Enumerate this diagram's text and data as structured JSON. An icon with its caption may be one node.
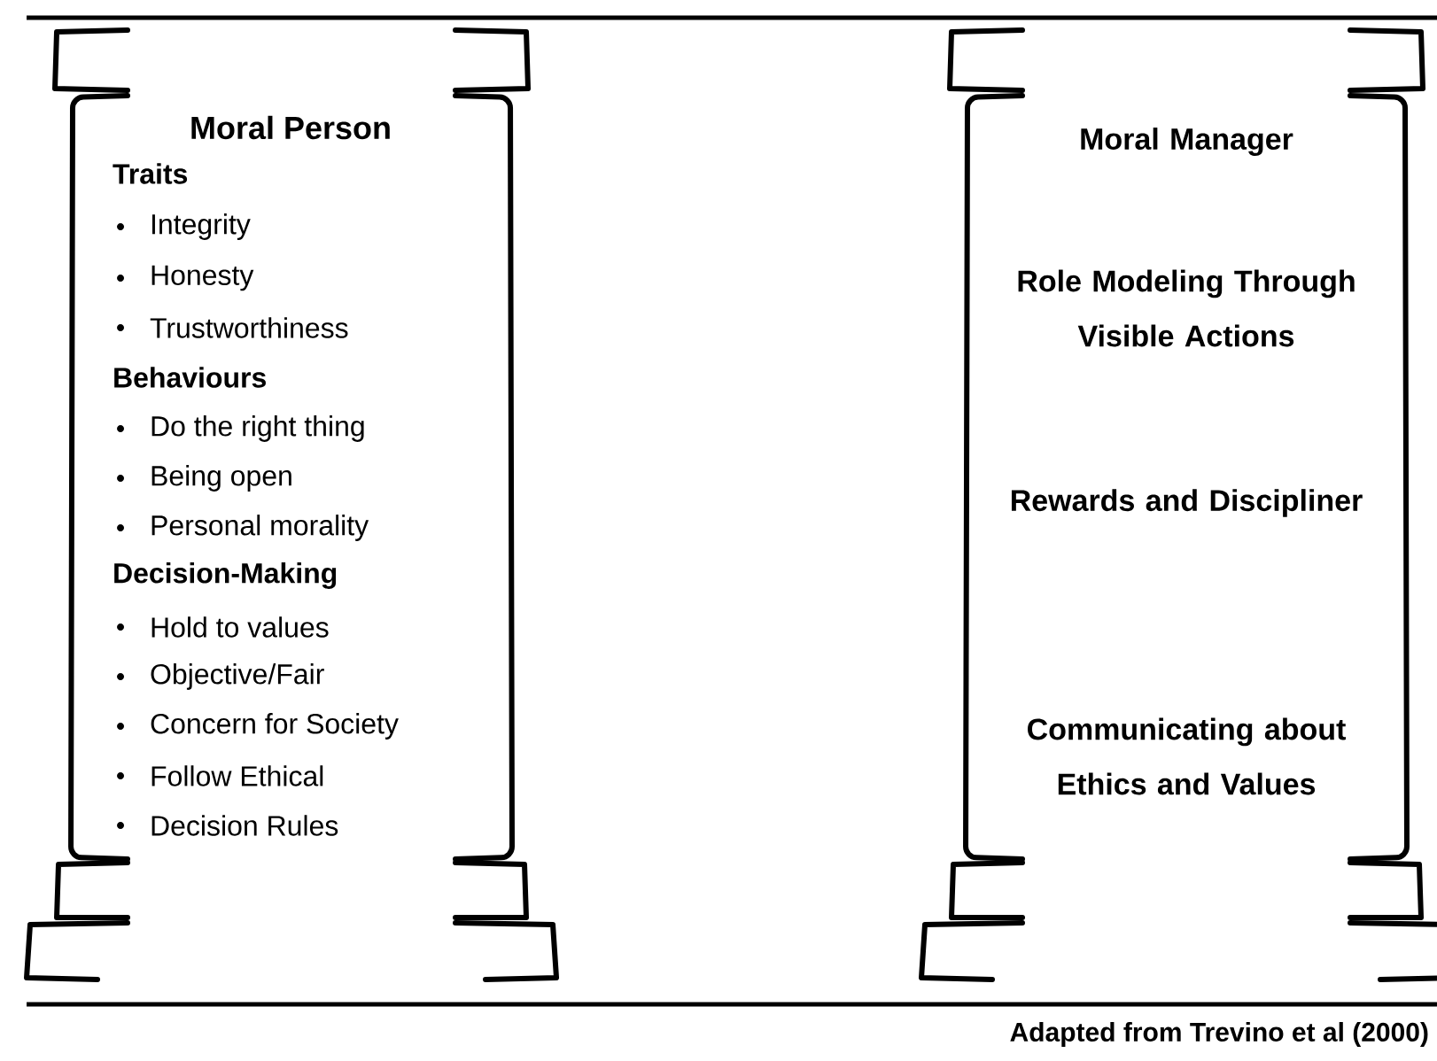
{
  "diagram": {
    "caption": "Adapted from Trevino et al (2000)",
    "nodes": [
      {
        "text": [
          "Moral Person",
          "Traits",
          "Integrity",
          "Honesty",
          "Trustworthiness",
          "Behaviours",
          "Do the right thing",
          "Being open",
          "Personal morality",
          "Decision-Making",
          "Hold to values",
          "Objective/Fair",
          "Concern for Society",
          "Follow Ethical",
          "Decision Rules"
        ]
      },
      {
        "text": [
          "Moral Manager",
          "Role Modeling Through Visible Actions",
          "Rewards and Discipliner",
          "Communicating about Ethics and Values"
        ]
      }
    ]
  }
}
